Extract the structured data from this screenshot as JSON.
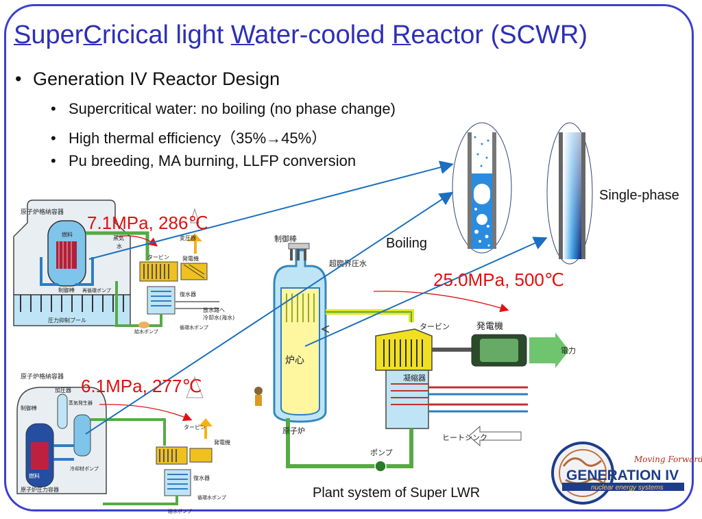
{
  "title": {
    "part1_u": "S",
    "part1": "uper",
    "part2_u": "C",
    "part2": "ricical",
    "part3": " light ",
    "part4_u": "W",
    "part4": "ater-cooled ",
    "part5_u": "R",
    "part5": "eactor (SCWR)"
  },
  "bullets": {
    "main": "Generation IV Reactor Design",
    "sub": [
      "Supercritical water: no boiling (no phase change)",
      "High thermal efficiency（35%→45%）",
      "Pu breeding, MA burning, LLFP conversion"
    ]
  },
  "conditions": {
    "bwr": "7.1MPa, 286℃",
    "pwr": "6.1MPa, 277℃",
    "scwr": "25.0MPa, 500℃"
  },
  "labels": {
    "boiling": "Boiling",
    "single_phase": "Single-phase",
    "caption": "Plant system of Super LWR"
  },
  "jp_labels": {
    "bwr_containment": "原子炉格納容器",
    "bwr_steam": "蒸気",
    "bwr_water": "水",
    "bwr_fuel": "燃料",
    "bwr_rods": "制御棒",
    "bwr_recirc": "再循環ポンプ",
    "bwr_turbine": "タービン",
    "bwr_generator": "発電機",
    "bwr_transformer": "変圧器",
    "bwr_condenser": "復水器",
    "bwr_discharge": "放水路へ",
    "bwr_seawater": "冷却水(海水)",
    "bwr_pool": "圧力抑制プール",
    "bwr_feedpump": "給水ポンプ",
    "bwr_circpump": "循環水ポンプ",
    "pwr_containment": "原子炉格納容器",
    "pwr_pressurizer": "加圧器",
    "pwr_sg": "蒸気発生器",
    "pwr_rods": "制御棒",
    "pwr_fuel": "燃料",
    "pwr_vessel": "原子炉圧力容器",
    "pwr_coolantpump": "冷却材ポンプ",
    "pwr_turbine": "タービン",
    "pwr_generator": "発電機",
    "pwr_condenser": "復水器",
    "pwr_feedpump": "給水ポンプ",
    "pwr_circpump": "循環水ポンプ",
    "scwr_rods": "制御棒",
    "scwr_scw": "超臨界圧水",
    "scwr_core": "炉心",
    "scwr_reactor": "原子炉",
    "scwr_turbine": "タービン",
    "scwr_generator": "発電機",
    "scwr_power": "電力",
    "scwr_condenser": "凝縮器",
    "scwr_heatsink": "ヒートシンク",
    "scwr_pump": "ポンプ"
  },
  "logo": {
    "tagline": "Moving Forward",
    "name": "GENERATION IV",
    "sub": "nuclear energy systems"
  },
  "colors": {
    "title": "#2d2fb8",
    "condition": "#e01010",
    "arrow": "#1a6fc0",
    "frame": "#3a3fd0"
  }
}
